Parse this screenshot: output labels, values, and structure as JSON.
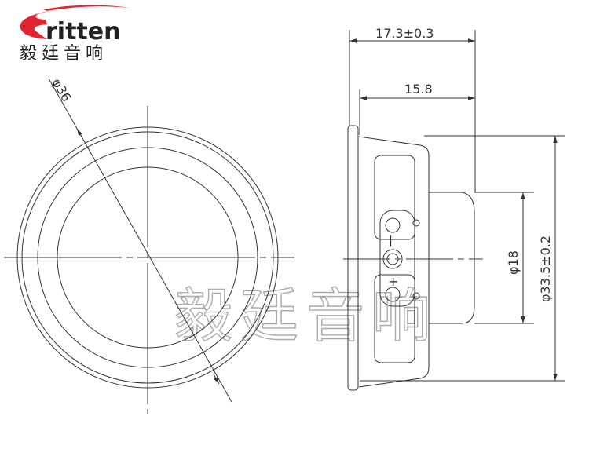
{
  "logo": {
    "brand": "ritten",
    "brand_initial": "E",
    "chinese": "毅廷音响",
    "accent_color": "#e02530"
  },
  "watermark": "毅廷音响",
  "front_view": {
    "diameter_label": "φ36"
  },
  "side_view": {
    "depth_total_label": "17.3±0.3",
    "depth_basket_label": "15.8",
    "magnet_diameter_label": "φ18",
    "outer_diameter_label": "φ33.5±0.2",
    "terminal_minus": "—",
    "terminal_plus": "+"
  }
}
